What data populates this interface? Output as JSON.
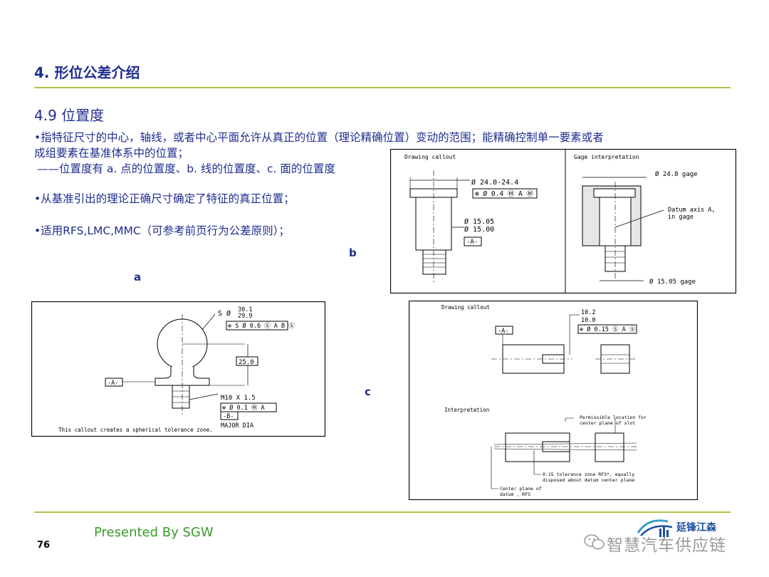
{
  "slide": {
    "title": "4. 形位公差介绍",
    "subtitle": "4.9 位置度",
    "bullet1_line1": "•指特征尺寸的中心，轴线，或者中心平面允许从真正的位置（理论精确位置）变动的范围；能精确控制单一要素或者",
    "bullet1_line2": "成组要素在基准体系中的位置；",
    "bullet1_line3": "——位置度有 a. 点的位置度、b. 线的位置度、c. 面的位置度",
    "bullet2": "•从基准引出的理论正确尺寸确定了特征的真正位置；",
    "bullet3": "•适用RFS,LMC,MMC（可参考前页行为公差原则）；",
    "label_a": "a",
    "label_b": "b",
    "label_c": "c",
    "footer": "Presented By SGW",
    "page_number": "76",
    "watermark": "智慧汽车供应链",
    "logo_text": "延锋江森"
  },
  "figure_b": {
    "left_title": "Drawing callout",
    "right_title": "Gage interpretation",
    "dim_top": "Ø 24.0-24.4",
    "fcf": "⊕ Ø 0.4 Ⓜ A Ⓜ",
    "dim_upper": "Ø 15.05",
    "dim_lower": "Ø 15.00",
    "datum": "-A-",
    "gage_top": "Ø 24.8 gage",
    "datum_axis_1": "Datum axis A,",
    "datum_axis_2": "in gage",
    "gage_bottom": "Ø 15.05 gage"
  },
  "figure_a": {
    "sphere_dim_prefix": "S Ø",
    "sphere_upper": "30.1",
    "sphere_lower": "29.9",
    "fcf_top": "⊕ S Ø 0.6 Ⓢ A B Ⓢ",
    "height": "25.0",
    "datum_a": "-A-",
    "thread": "M10 X 1.5",
    "fcf_thread": "⊕ Ø 0.1 Ⓜ A",
    "datum_b": "-B-",
    "major": "MAJOR DIA",
    "caption": "This callout creates a spherical tolerance zone."
  },
  "figure_c": {
    "title": "Drawing callout",
    "dim_upper": "10.2",
    "dim_lower": "10.0",
    "fcf": "⊕ Ø 0.15 Ⓢ A Ⓢ",
    "datum": "-A-",
    "interp_title": "Interpretation",
    "note1_line1": "Permissible location for",
    "note1_line2": "center plane of slot",
    "note2_line1": "0.15 tolerance zone RFS*, equally",
    "note2_line2": "disposed about datum center plane",
    "note3_line1": "Center plane of",
    "note3_line2": "datum , RFS"
  }
}
